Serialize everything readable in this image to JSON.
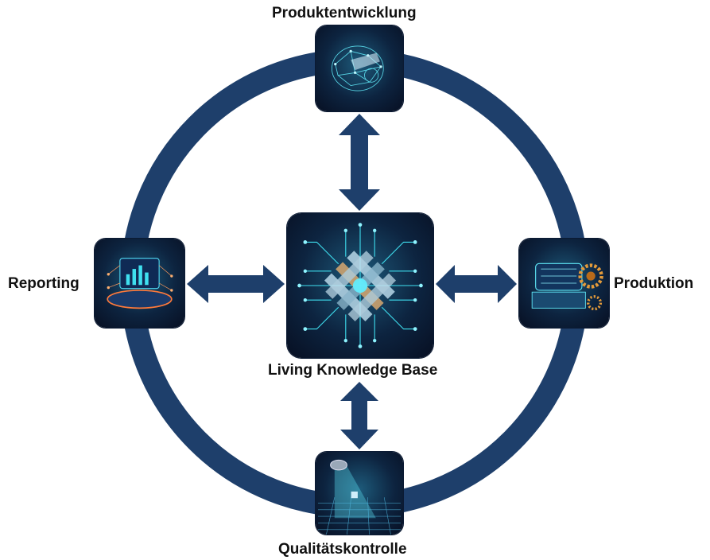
{
  "title": "Living Knowledge Base",
  "nodes": {
    "center": {
      "label": "Living Knowledge Base",
      "icon": "circuit-weave-icon"
    },
    "top": {
      "label": "Produktentwicklung",
      "icon": "digital-brain-gear-icon"
    },
    "right": {
      "label": "Produktion",
      "icon": "production-machine-icon"
    },
    "bottom": {
      "label": "Qualitätskontrolle",
      "icon": "inspection-scanner-icon"
    },
    "left": {
      "label": "Reporting",
      "icon": "dashboard-chart-icon"
    }
  },
  "colors": {
    "ring": "#1e3f6b",
    "arrow": "#1e3f6b",
    "glow": "#3fe0f0"
  }
}
